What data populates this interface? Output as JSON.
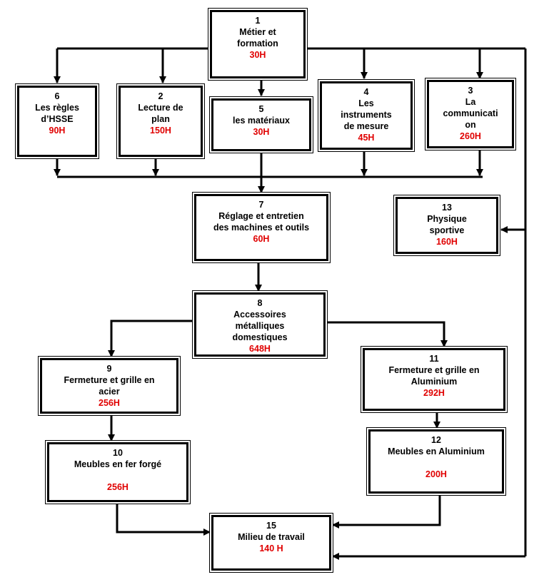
{
  "nodes": [
    {
      "id": "1",
      "label": "Métier et\nformation",
      "hours": "30H"
    },
    {
      "id": "6",
      "label": "Les règles\nd’HSSE",
      "hours": "90H"
    },
    {
      "id": "2",
      "label": "Lecture de\nplan",
      "hours": "150H"
    },
    {
      "id": "5",
      "label": "les matériaux",
      "hours": "30H"
    },
    {
      "id": "4",
      "label": "Les\ninstruments\nde mesure",
      "hours": "45H"
    },
    {
      "id": "3",
      "label": "La\ncommunicati\non",
      "hours": "260H"
    },
    {
      "id": "7",
      "label": "Réglage et entretien\ndes machines et outils",
      "hours": "60H"
    },
    {
      "id": "13",
      "label": "Physique\nsportive",
      "hours": "160H"
    },
    {
      "id": "8",
      "label": "Accessoires\nmétalliques\ndomestiques",
      "hours": "648H"
    },
    {
      "id": "9",
      "label": "Fermeture  et grille en\nacier",
      "hours": "256H"
    },
    {
      "id": "11",
      "label": "Fermeture et grille en\nAluminium",
      "hours": "292H"
    },
    {
      "id": "10",
      "label": "Meubles en fer forgé",
      "hours": "256H"
    },
    {
      "id": "12",
      "label": "Meubles en Aluminium",
      "hours": "200H"
    },
    {
      "id": "15",
      "label": "Milieu de travail",
      "hours": "140 H"
    }
  ]
}
